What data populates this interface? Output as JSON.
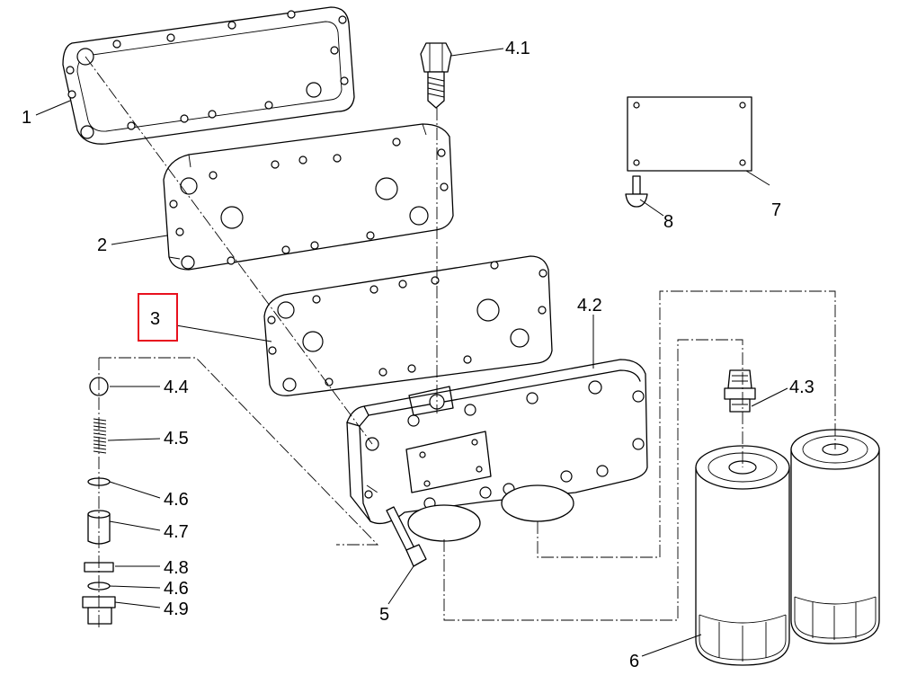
{
  "labels": {
    "l1": "1",
    "l2": "2",
    "l3": "3",
    "l4_1": "4.1",
    "l4_2": "4.2",
    "l4_3": "4.3",
    "l4_4": "4.4",
    "l4_5": "4.5",
    "l4_6a": "4.6",
    "l4_7": "4.7",
    "l4_8": "4.8",
    "l4_6b": "4.6",
    "l4_9": "4.9",
    "l5": "5",
    "l6": "6",
    "l7": "7",
    "l8": "8"
  },
  "highlight": {
    "label": "3",
    "color": "#e8101e"
  },
  "colors": {
    "line": "#000000",
    "background": "#ffffff"
  }
}
